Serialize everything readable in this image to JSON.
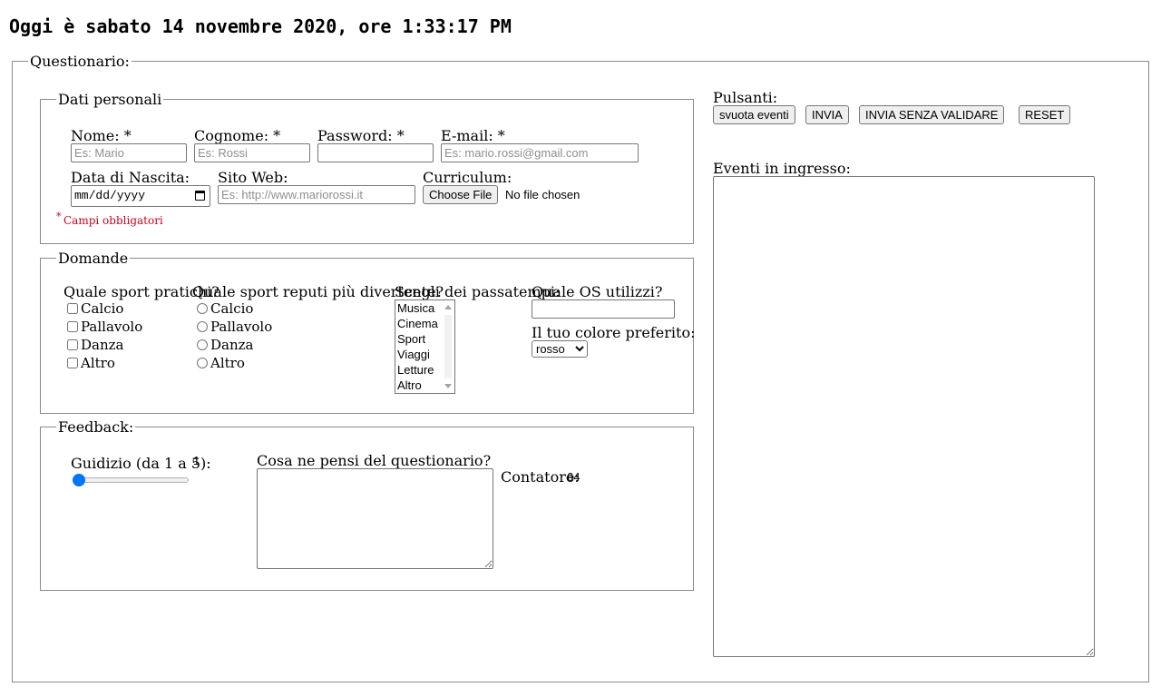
{
  "header": {
    "clock_text": "Oggi è sabato 14 novembre 2020, ore 1:33:17 PM"
  },
  "form": {
    "legend": "Questionario:",
    "personal": {
      "legend": "Dati personali",
      "nome_label": "Nome: *",
      "nome_placeholder": "Es: Mario",
      "cognome_label": "Cognome: *",
      "cognome_placeholder": "Es: Rossi",
      "password_label": "Password: *",
      "email_label": "E-mail: *",
      "email_placeholder": "Es: mario.rossi@gmail.com",
      "nascita_label": "Data di Nascita:",
      "nascita_placeholder": "mm/dd/yyyy",
      "sito_label": "Sito Web:",
      "sito_placeholder": "Es: http://www.mariorossi.it",
      "cv_label": "Curriculum:",
      "cv_button": "Choose File",
      "cv_status": "No file chosen",
      "required_star": "*",
      "required_note": "Campi obbligatori"
    },
    "questions": {
      "legend": "Domande",
      "sport_practice_label": "Quale sport pratichi?",
      "sport_fun_label": "Quale sport reputi più divertente?",
      "sports": [
        "Calcio",
        "Pallavolo",
        "Danza",
        "Altro"
      ],
      "hobbies_label": "Scegli dei passatempi:",
      "hobbies": [
        "Musica",
        "Cinema",
        "Sport",
        "Viaggi",
        "Letture",
        "Altro"
      ],
      "os_label": "Quale OS utilizzi?",
      "color_label": "Il tuo colore preferito:",
      "color_selected": "rosso"
    },
    "feedback": {
      "legend": "Feedback:",
      "rating_label": "Guidizio (da 1 a 5):",
      "rating_value": "1",
      "rating_min": 1,
      "rating_max": 5,
      "rating_current": 1,
      "comment_label": "Cosa ne pensi del questionario?",
      "counter_label": "Contatore:",
      "counter_value": "64"
    },
    "buttons": {
      "label": "Pulsanti:",
      "clear_events": "svuota eventi",
      "submit": "INVIA",
      "submit_novalidate": "INVIA SENZA VALIDARE",
      "reset": "RESET"
    },
    "events": {
      "label": "Eventi in ingresso:"
    }
  },
  "colors": {
    "accent": "#0075ff",
    "required": "#d0021b",
    "border": "#8a8a8a"
  }
}
